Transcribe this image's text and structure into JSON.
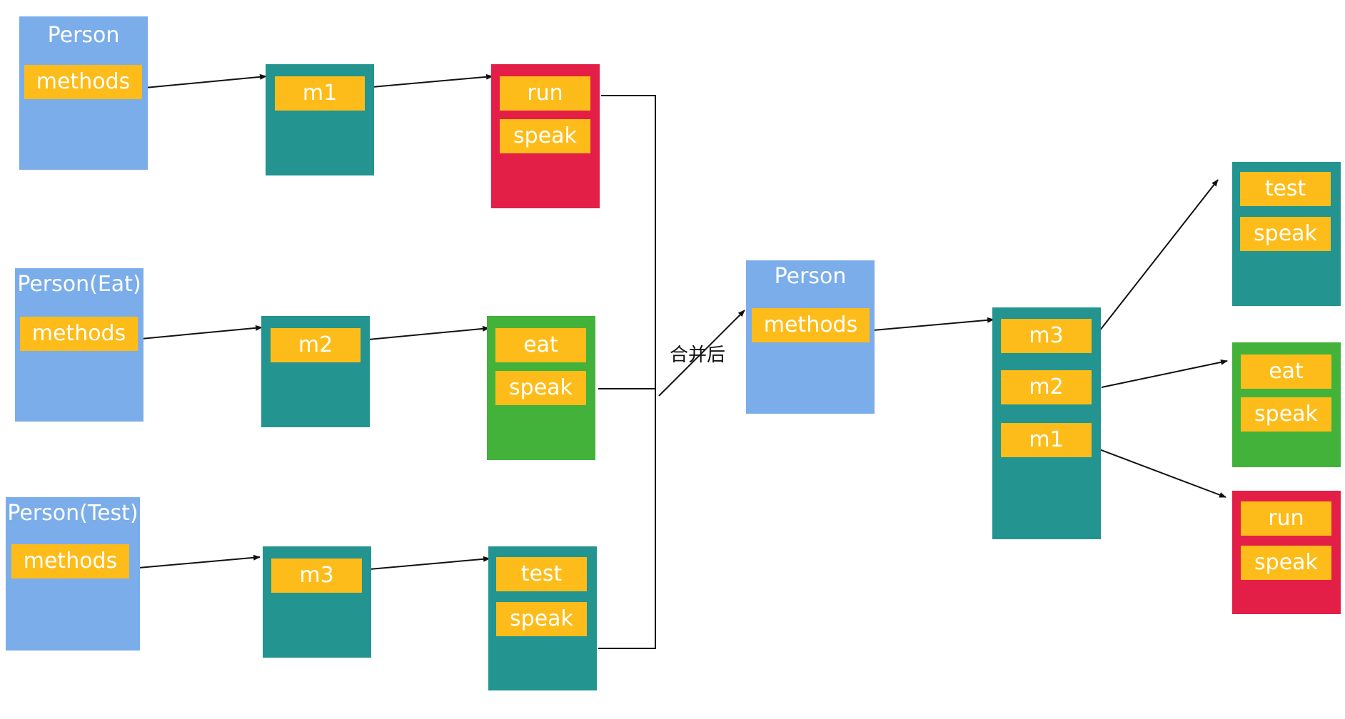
{
  "left_groups": [
    {
      "class_title": "Person",
      "methods_label": "methods",
      "list_label": "m1",
      "methods": [
        "run",
        "speak"
      ]
    },
    {
      "class_title": "Person(Eat)",
      "methods_label": "methods",
      "list_label": "m2",
      "methods": [
        "eat",
        "speak"
      ]
    },
    {
      "class_title": "Person(Test)",
      "methods_label": "methods",
      "list_label": "m3",
      "methods": [
        "test",
        "speak"
      ]
    }
  ],
  "merge_label": "合并后",
  "merged": {
    "class_title": "Person",
    "methods_label": "methods",
    "lists": [
      "m3",
      "m2",
      "m1"
    ],
    "groups": [
      {
        "methods": [
          "test",
          "speak"
        ]
      },
      {
        "methods": [
          "eat",
          "speak"
        ]
      },
      {
        "methods": [
          "run",
          "speak"
        ]
      }
    ]
  },
  "colors": {
    "class_box": "#7badea",
    "list_box": "#23948f",
    "method_chip": "#fdbc19",
    "run_group": "#e31f47",
    "eat_group": "#43b23a",
    "test_group": "#23948f"
  }
}
